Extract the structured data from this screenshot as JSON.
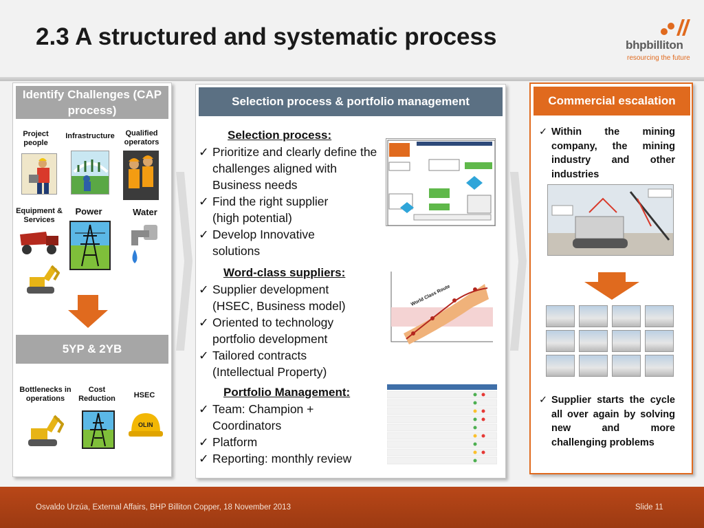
{
  "title": "2.3 A structured and systematic process",
  "logo": {
    "brand": "bhpbilliton",
    "tagline": "resourcing the future"
  },
  "left": {
    "header": "Identify Challenges (CAP process)",
    "items": [
      {
        "label": "Project people",
        "icon": "workers-icon"
      },
      {
        "label": "Infrastructure",
        "icon": "infrastructure-icon"
      },
      {
        "label": "Qualified operators",
        "icon": "operators-icon"
      },
      {
        "label": "Equipment & Services",
        "icon": "truck-icon"
      },
      {
        "label": "Power",
        "icon": "power-tower-icon"
      },
      {
        "label": "Water",
        "icon": "water-tap-icon"
      }
    ],
    "yp_label": "5YP & 2YB",
    "bottom_items": [
      {
        "label": "Bottlenecks in operations",
        "icon": "excavator-icon"
      },
      {
        "label": "Cost Reduction",
        "icon": "power-tower-icon"
      },
      {
        "label": "HSEC",
        "icon": "hard-hat-icon",
        "hat_text": "OLIN"
      }
    ]
  },
  "middle": {
    "header": "Selection process & portfolio management",
    "sections": [
      {
        "heading": "Selection process:",
        "bullets": [
          "Prioritize and clearly define the challenges aligned with Business needs",
          "Find the right supplier (high potential)",
          "Develop Innovative solutions"
        ]
      },
      {
        "heading": "Word-class suppliers:",
        "bullets": [
          "Supplier development (HSEC, Business model)",
          "Oriented to technology portfolio development",
          "Tailored contracts (Intellectual Property)"
        ]
      },
      {
        "heading": "Portfolio Management:",
        "bullets": [
          "Team: Champion + Coordinators",
          "Platform",
          "Reporting: monthly review"
        ]
      }
    ],
    "route_label": "World Class Route"
  },
  "right": {
    "header": "Commercial escalation",
    "bullet1": "Within the mining company, the mining industry and other industries",
    "bullet2": "Supplier starts the cycle all over again by solving new and more challenging problems"
  },
  "footer": {
    "left": "Osvaldo Urzúa, External Affairs, BHP Billiton Copper,  18 November 2013",
    "right": "Slide 11"
  },
  "colors": {
    "accent": "#e06a1e",
    "mid_header": "#5b7083",
    "grey_header": "#a6a6a6",
    "footer": "#a83f15"
  }
}
